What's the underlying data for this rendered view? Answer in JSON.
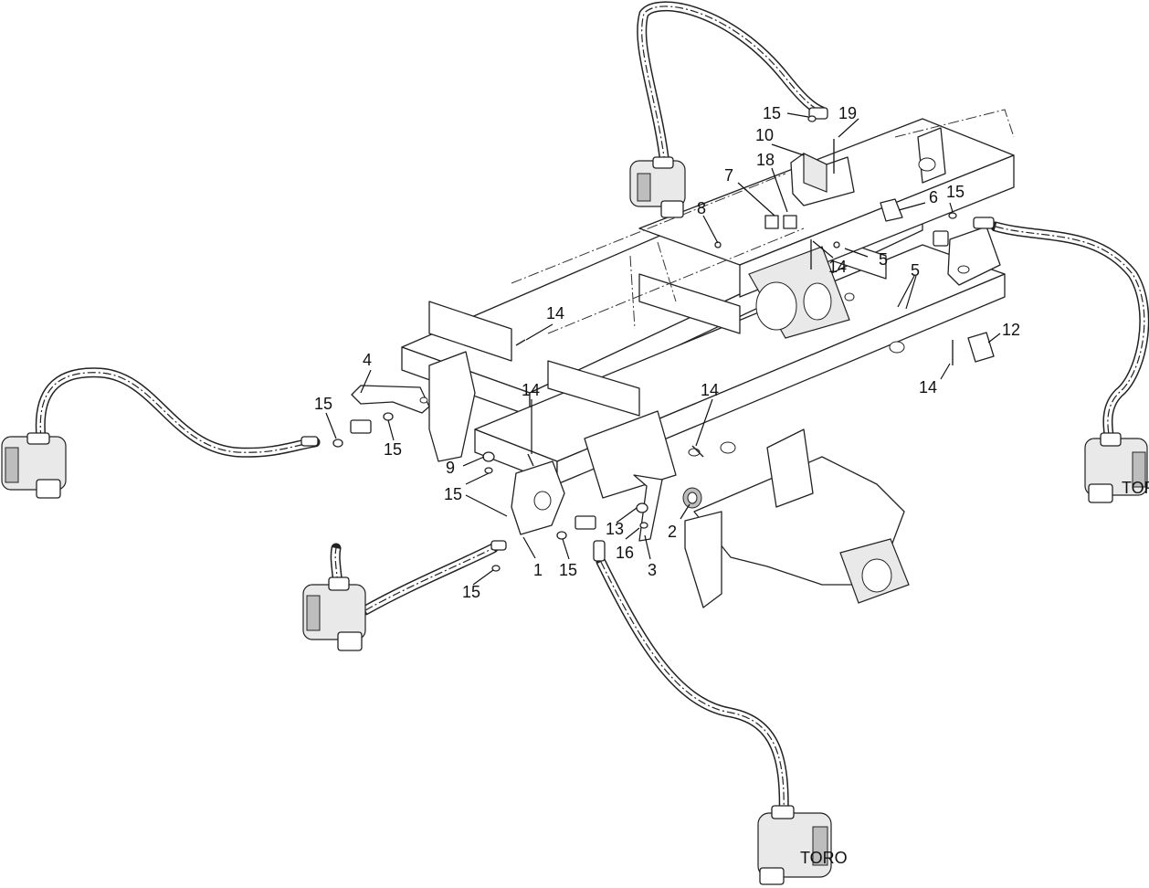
{
  "callouts": [
    {
      "label": "1"
    },
    {
      "label": "2"
    },
    {
      "label": "3"
    },
    {
      "label": "4"
    },
    {
      "label": "5"
    },
    {
      "label": "5"
    },
    {
      "label": "6"
    },
    {
      "label": "7"
    },
    {
      "label": "8"
    },
    {
      "label": "9"
    },
    {
      "label": "10"
    },
    {
      "label": "12"
    },
    {
      "label": "13"
    },
    {
      "label": "14"
    },
    {
      "label": "14"
    },
    {
      "label": "14"
    },
    {
      "label": "14"
    },
    {
      "label": "14"
    },
    {
      "label": "15"
    },
    {
      "label": "15"
    },
    {
      "label": "15"
    },
    {
      "label": "15"
    },
    {
      "label": "15"
    },
    {
      "label": "15"
    },
    {
      "label": "15"
    },
    {
      "label": "16"
    },
    {
      "label": "18"
    },
    {
      "label": "19"
    }
  ],
  "motor_badge": "TORO"
}
